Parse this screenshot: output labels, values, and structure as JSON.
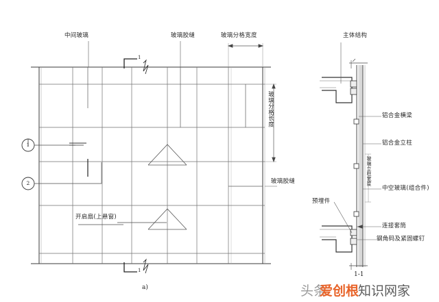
{
  "figure": {
    "elevation_caption": "a)",
    "section_caption": "1-1",
    "section_marker_top": "1",
    "section_marker_bottom": "1"
  },
  "elevation_labels": {
    "middle_glass": "中间玻璃",
    "glass_sealant_top": "玻璃胶缝",
    "glass_panel_width": "玻璃分格宽度",
    "glass_panel_length": "玻璃分格长度",
    "glass_sealant_right": "玻璃胶缝",
    "opening_sash": "开启扇(上悬窗)",
    "callout_1": "1",
    "callout_2": "2"
  },
  "section_labels": {
    "main_structure": "主体结构",
    "aluminum_transom": "铝合金横梁",
    "aluminum_mullion": "铝合金立柱",
    "column_width_vertical": "玻璃立柱宽度",
    "insulating_glass": "中空玻璃(组合件)",
    "connecting_sleeve": "连接套筒",
    "steel_angle_bolt": "钢角码及紧固螺钉",
    "embedded_part": "预埋件"
  },
  "watermark": {
    "gray_prefix": "头条",
    "orange_text": "爱创根",
    "gray_suffix": "知识网家"
  },
  "colors": {
    "line": "#4a4a4a",
    "line_light": "#8a8a8a",
    "text": "#2b2b2b",
    "watermark_orange": "#e8642a",
    "watermark_gray": "#8d8d8d",
    "background": "#ffffff"
  }
}
